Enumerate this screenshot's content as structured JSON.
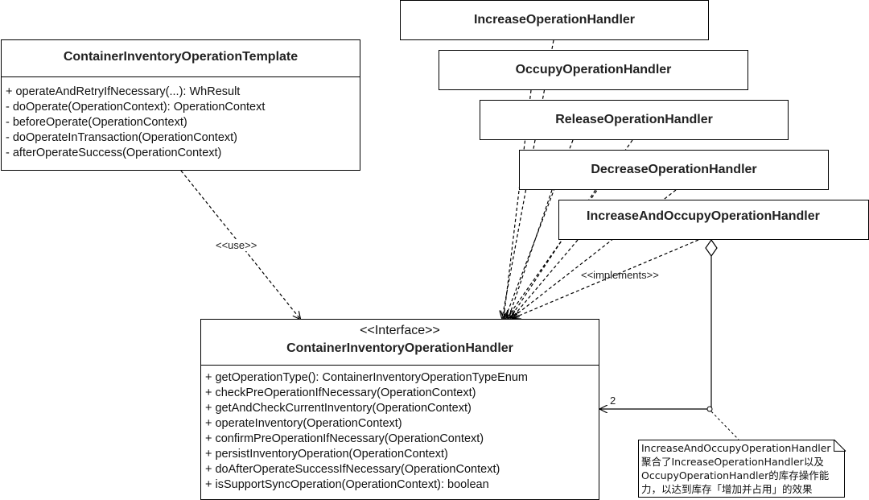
{
  "template_class": {
    "name": "ContainerInventoryOperationTemplate",
    "methods": [
      "+ operateAndRetryIfNecessary(...): WhResult",
      "- doOperate(OperationContext): OperationContext",
      "- beforeOperate(OperationContext)",
      "- doOperateInTransaction(OperationContext)",
      "- afterOperateSuccess(OperationContext)"
    ]
  },
  "interface": {
    "stereotype": "<<Interface>>",
    "name": "ContainerInventoryOperationHandler",
    "methods": [
      "+ getOperationType(): ContainerInventoryOperationTypeEnum",
      "+ checkPreOperationIfNecessary(OperationContext)",
      "+ getAndCheckCurrentInventory(OperationContext)",
      "+ operateInventory(OperationContext)",
      "+ confirmPreOperationIfNecessary(OperationContext)",
      "+ persistInventoryOperation(OperationContext)",
      "+ doAfterOperateSuccessIfNecessary(OperationContext)",
      "+ isSupportSyncOperation(OperationContext): boolean"
    ]
  },
  "handlers": [
    "IncreaseOperationHandler",
    "OccupyOperationHandler",
    "ReleaseOperationHandler",
    "DecreaseOperationHandler",
    "IncreaseAndOccupyOperationHandler"
  ],
  "relations": {
    "use_label": "<<use>>",
    "implements_label": "<<implements>>",
    "multiplicity": "2"
  },
  "note": {
    "lines": [
      "IncreaseAndOccupyOperationHandler",
      "聚合了IncreaseOperationHandler以及",
      "OccupyOperationHandler的库存操作能",
      "力，以达到库存「增加并占用」的效果"
    ]
  }
}
